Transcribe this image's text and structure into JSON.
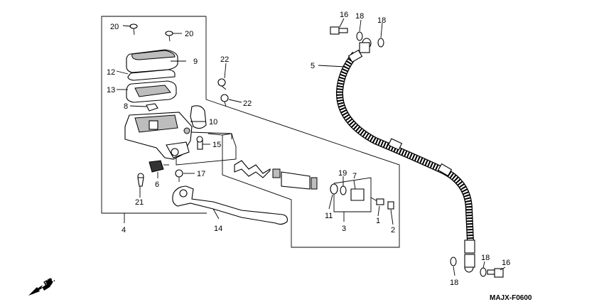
{
  "callouts": [
    {
      "id": "c16a",
      "text": "16"
    },
    {
      "id": "c18a",
      "text": "18"
    },
    {
      "id": "c18b",
      "text": "18"
    },
    {
      "id": "c20a",
      "text": "20"
    },
    {
      "id": "c20b",
      "text": "20"
    },
    {
      "id": "c9",
      "text": "9"
    },
    {
      "id": "c12",
      "text": "12"
    },
    {
      "id": "c13",
      "text": "13"
    },
    {
      "id": "c22a",
      "text": "22"
    },
    {
      "id": "c22b",
      "text": "22"
    },
    {
      "id": "c5",
      "text": "5"
    },
    {
      "id": "c8",
      "text": "8"
    },
    {
      "id": "c10",
      "text": "10"
    },
    {
      "id": "c15",
      "text": "15"
    },
    {
      "id": "c17",
      "text": "17"
    },
    {
      "id": "c6",
      "text": "6"
    },
    {
      "id": "c21",
      "text": "21"
    },
    {
      "id": "c4",
      "text": "4"
    },
    {
      "id": "c14",
      "text": "14"
    },
    {
      "id": "c19",
      "text": "19"
    },
    {
      "id": "c7",
      "text": "7"
    },
    {
      "id": "c11",
      "text": "11"
    },
    {
      "id": "c3",
      "text": "3"
    },
    {
      "id": "c1",
      "text": "1"
    },
    {
      "id": "c2",
      "text": "2"
    },
    {
      "id": "c18c",
      "text": "18"
    },
    {
      "id": "c18d",
      "text": "18"
    },
    {
      "id": "c16b",
      "text": "16"
    }
  ],
  "direction_marker": "FR.",
  "diagram_code": "MAJX-F0600"
}
